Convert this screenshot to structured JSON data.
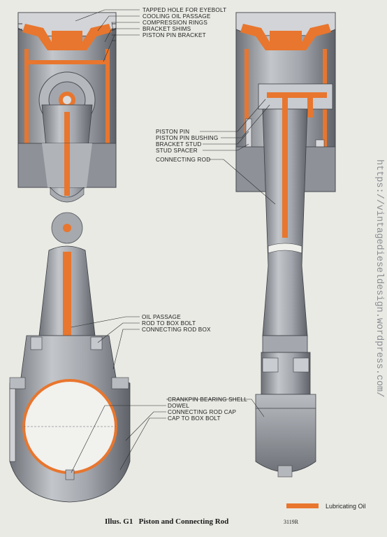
{
  "labels_top": [
    "TAPPED HOLE FOR EYEBOLT",
    "COOLING OIL PASSAGE",
    "COMPRESSION RINGS",
    "BRACKET SHIMS",
    "PISTON PIN BRACKET"
  ],
  "labels_mid": [
    "PISTON PIN",
    "PISTON PIN BUSHING",
    "BRACKET STUD",
    "STUD SPACER",
    "CONNECTING ROD"
  ],
  "labels_box": [
    "OIL PASSAGE",
    "ROD TO BOX BOLT",
    "CONNECTING ROD BOX"
  ],
  "labels_bottom": [
    "CRANKPIN BEARING SHELL",
    "DOWEL",
    "CONNECTING ROD CAP",
    "CAP TO BOX BOLT"
  ],
  "legend": {
    "label": "Lubricating Oil",
    "color": "#e8762e"
  },
  "caption": "Illus. G1   Piston and Connecting Rod",
  "figure_code": "3119R",
  "watermark": "https://vintagedieseldesign.wordpress.com/",
  "colors": {
    "oil": "#e8762e",
    "metal": "#9ea2a8",
    "metal_dark": "#6f7379",
    "page": "#e9eae4"
  }
}
